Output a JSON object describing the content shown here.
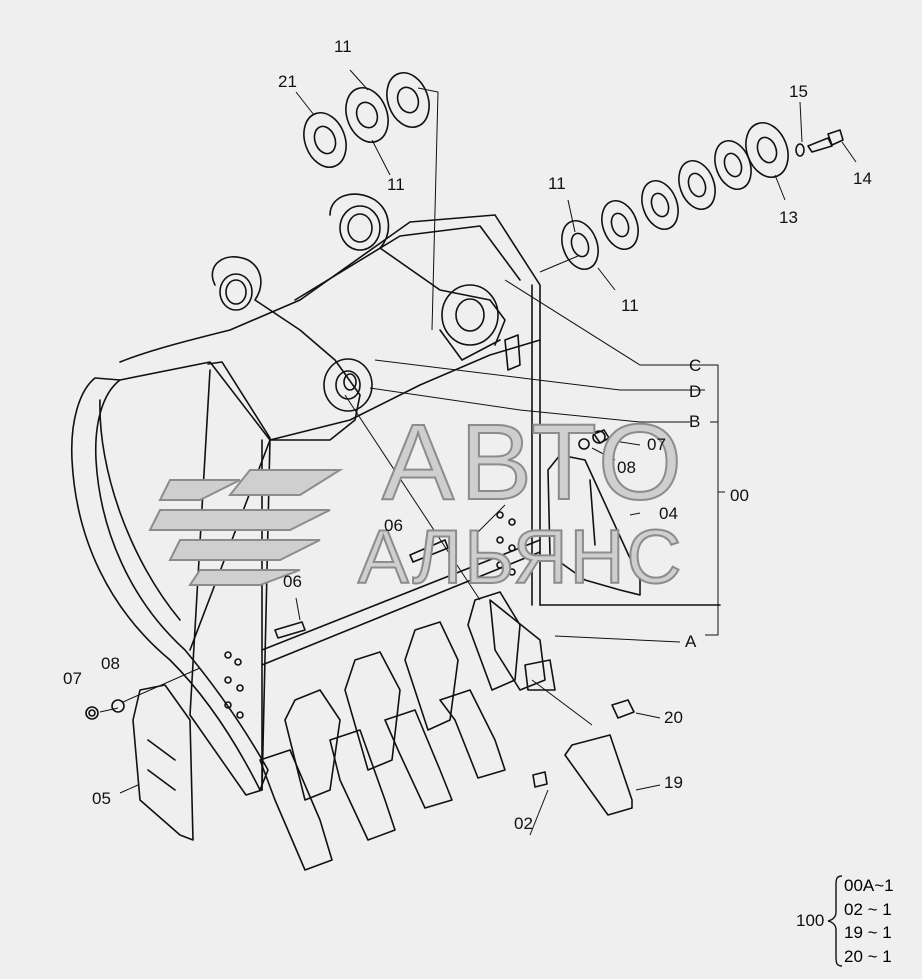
{
  "watermark": {
    "line1": "АВТО",
    "line2": "АЛЬЯНС"
  },
  "callouts": {
    "c11a": "11",
    "c11b": "11",
    "c11c": "11",
    "c11d": "11",
    "c21": "21",
    "c15": "15",
    "c14": "14",
    "c13": "13",
    "cC": "C",
    "cD": "D",
    "cB": "B",
    "cA": "A",
    "c07a": "07",
    "c08a": "08",
    "c00": "00",
    "c04": "04",
    "c06a": "06",
    "c06b": "06",
    "c07b": "07",
    "c08b": "08",
    "c05": "05",
    "c20": "20",
    "c19": "19",
    "c02": "02"
  },
  "quantity": {
    "main": "100",
    "items": [
      "00A~1",
      "02 ~ 1",
      "19 ~ 1",
      "20 ~ 1"
    ]
  }
}
